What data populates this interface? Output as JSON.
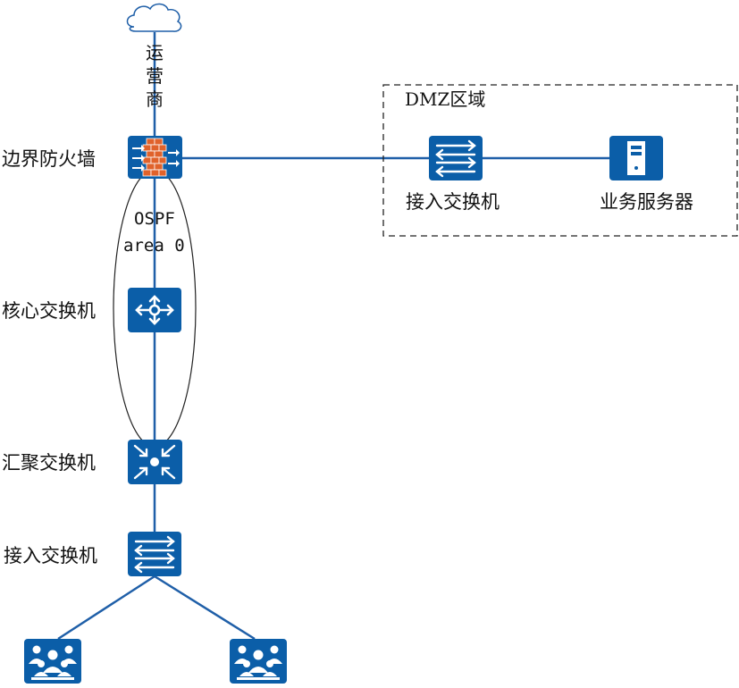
{
  "isp": {
    "label": "运营商",
    "icon": "cloud-icon"
  },
  "border_firewall": {
    "label": "边界防火墙",
    "icon": "firewall-icon"
  },
  "ospf": {
    "line1": "OSPF",
    "line2": "area 0"
  },
  "core_switch": {
    "label": "核心交换机",
    "icon": "core-switch-icon"
  },
  "aggregation_switch": {
    "label": "汇聚交换机",
    "icon": "aggregation-switch-icon"
  },
  "access_switch": {
    "label": "接入交换机",
    "icon": "access-switch-icon"
  },
  "dmz": {
    "title": "DMZ区域",
    "access_switch_label": "接入交换机",
    "server_label": "业务服务器"
  },
  "user_groups": [
    {
      "icon": "user-group-icon"
    },
    {
      "icon": "user-group-icon"
    }
  ],
  "colors": {
    "device_blue": "#0b5ea8",
    "firewall_orange": "#e0622b",
    "line": "#1f5fa8"
  }
}
